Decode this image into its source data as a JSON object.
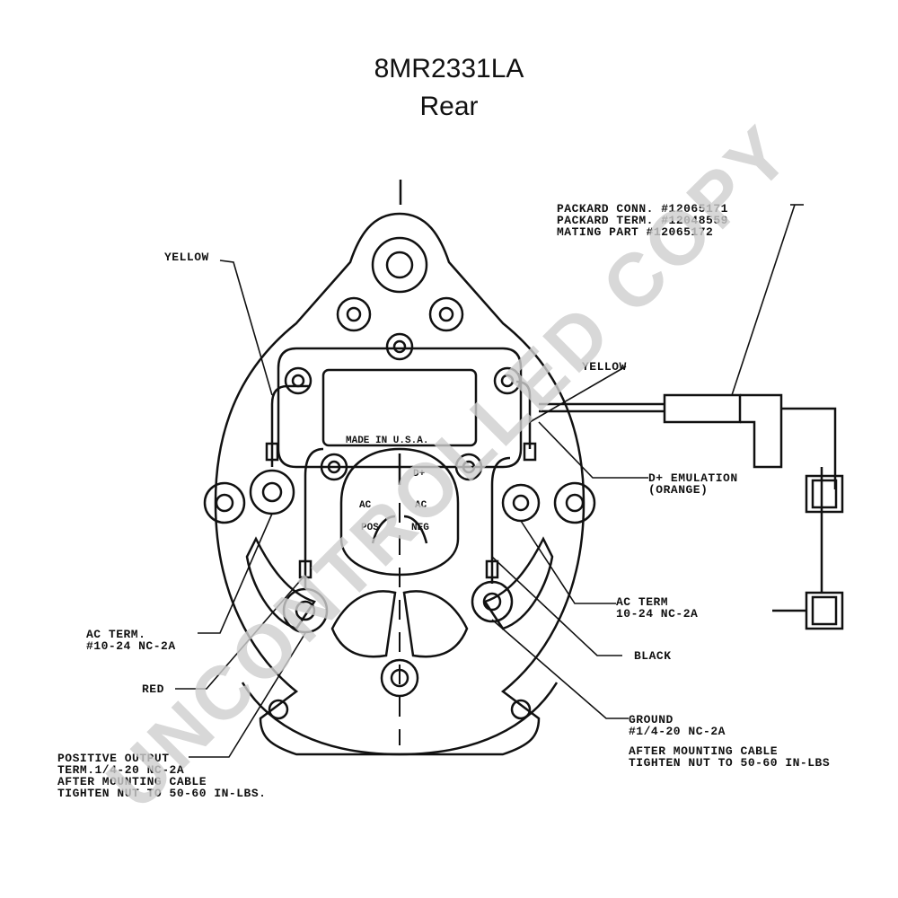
{
  "title": "8MR2331LA",
  "subtitle": "Rear",
  "watermark": "UNCONTROLLED COPY",
  "labels": {
    "yellow_left": "YELLOW",
    "yellow_right": "YELLOW",
    "packard": "PACKARD CONN. #12065171\nPACKARD TERM. #12048559\nMATING PART #12065172",
    "d_emulation": "D+ EMULATION\n(ORANGE)",
    "ac_term_right": "AC TERM\n10-24 NC-2A",
    "black": "BLACK",
    "ground": "GROUND\n#1/4-20 NC-2A",
    "after_mounting_right": "AFTER MOUNTING CABLE\nTIGHTEN NUT TO 50-60 IN-LBS",
    "ac_term_left": "AC TERM.\n#10-24 NC-2A",
    "red": "RED",
    "positive_output": "POSITIVE OUTPUT\nTERM.1/4-20 NC-2A\nAFTER MOUNTING CABLE\nTIGHTEN NUT TO 50-60 IN-LBS."
  },
  "part_markings": {
    "d_plus": "D+",
    "ac_left": "AC",
    "ac_right": "AC",
    "pos": "POS",
    "neg": "NEG",
    "made_in": "MADE IN U.S.A."
  }
}
